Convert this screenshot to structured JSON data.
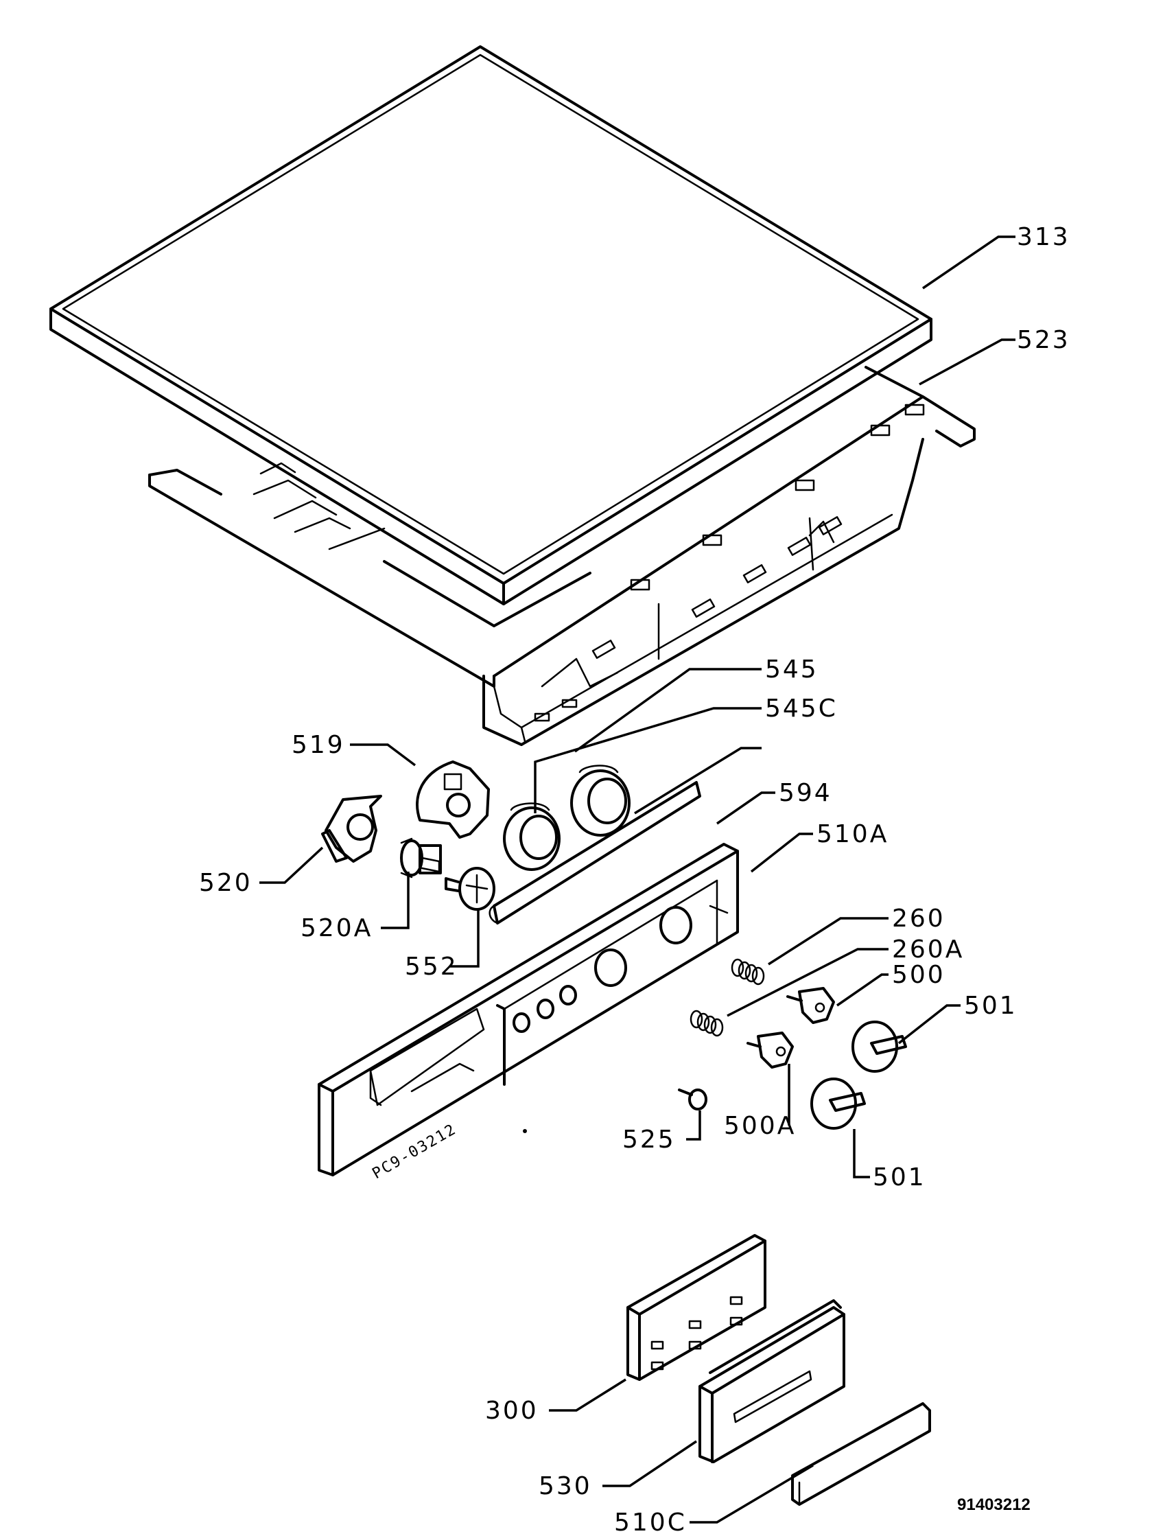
{
  "diagram": {
    "callouts": [
      {
        "id": "313",
        "label": "313"
      },
      {
        "id": "523",
        "label": "523"
      },
      {
        "id": "545",
        "label": "545"
      },
      {
        "id": "545c",
        "label": "545C"
      },
      {
        "id": "519",
        "label": "519"
      },
      {
        "id": "594",
        "label": "594"
      },
      {
        "id": "510a",
        "label": "510A"
      },
      {
        "id": "520",
        "label": "520"
      },
      {
        "id": "520a",
        "label": "520A"
      },
      {
        "id": "260",
        "label": "260"
      },
      {
        "id": "260a",
        "label": "260A"
      },
      {
        "id": "500",
        "label": "500"
      },
      {
        "id": "501-upper",
        "label": "501"
      },
      {
        "id": "552",
        "label": "552"
      },
      {
        "id": "525",
        "label": "525"
      },
      {
        "id": "500a",
        "label": "500A"
      },
      {
        "id": "501-lower",
        "label": "501"
      },
      {
        "id": "300",
        "label": "300"
      },
      {
        "id": "530",
        "label": "530"
      },
      {
        "id": "510c",
        "label": "510C"
      }
    ],
    "panel_stamp": "PC9-03212",
    "drawing_number": "91403212"
  }
}
